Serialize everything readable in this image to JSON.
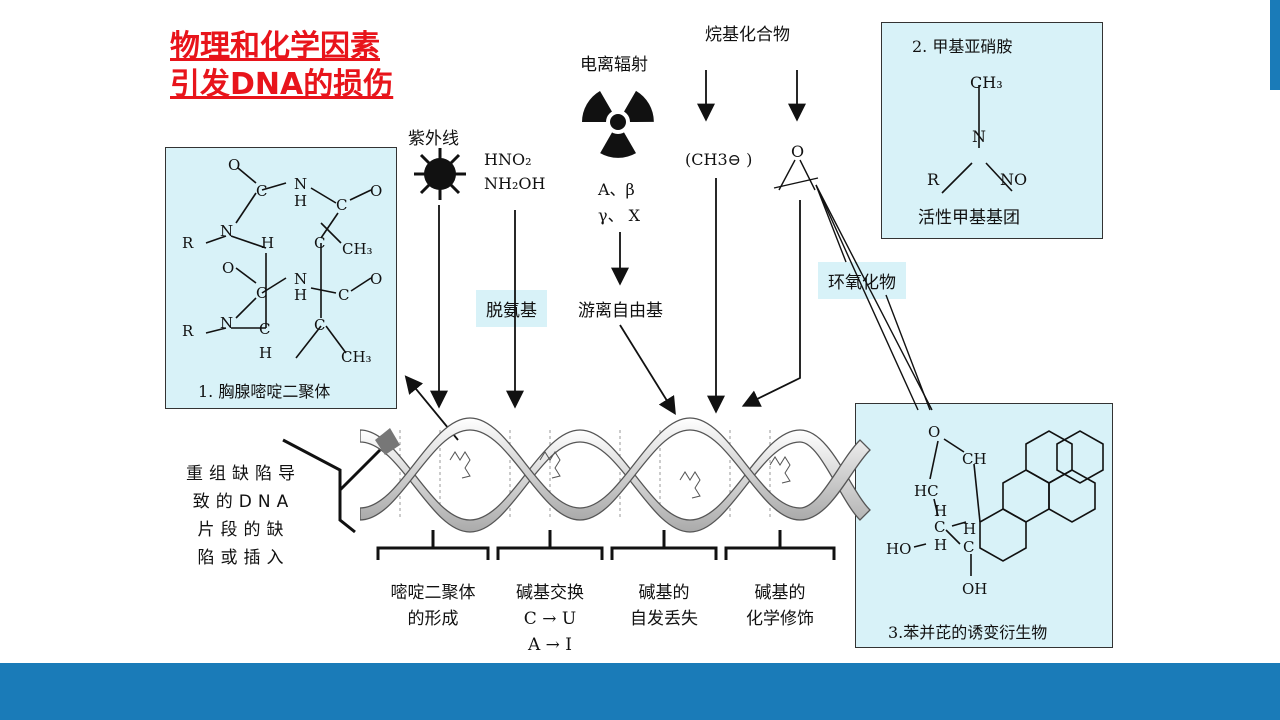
{
  "title": {
    "line1": "物理和化学因素",
    "line2": "引发DNA的损伤"
  },
  "agents": {
    "uv": "紫外线",
    "nitrous_acid": [
      "HNO₂",
      "NH₂OH"
    ],
    "ionizing_radiation": "电离辐射",
    "radiation_types": [
      "A、β",
      "γ、 X"
    ],
    "alkylating": "烷基化合物",
    "methyl_ion": "(CH3⊖  )",
    "epoxide_o": "O"
  },
  "tags": {
    "deamination": "脱氨基",
    "free_radical": "游离自由基",
    "epoxide": "环氧化物"
  },
  "panel1": {
    "caption": "1. 胸腺嘧啶二聚体",
    "atoms": [
      "O",
      "C",
      "N",
      "H",
      "C",
      "O",
      "R",
      "N",
      "H",
      "C",
      "CH₃",
      "O",
      "C",
      "N",
      "H",
      "C",
      "O",
      "R",
      "N",
      "C",
      "C",
      "H",
      "CH₃"
    ]
  },
  "panel2": {
    "caption": "2. 甲基亚硝胺",
    "ch3": "CH₃",
    "n": "N",
    "r": "R",
    "no": "NO",
    "subcaption": "活性甲基基团"
  },
  "panel3": {
    "caption": "3.苯并芘的诱变衍生物",
    "atoms": [
      "O",
      "CH",
      "HC",
      "H",
      "C",
      "HO",
      "H",
      "C",
      "H",
      "OH"
    ]
  },
  "side_note": [
    "重组缺陷导",
    "致的DNA",
    "片段的缺",
    "陷或插入"
  ],
  "bottom_captions": [
    [
      "嘧啶二聚体",
      "的形成"
    ],
    [
      "碱基交换",
      "C → U",
      "A → I"
    ],
    [
      "碱基的",
      "自发丢失"
    ],
    [
      "碱基的",
      "化学修饰"
    ]
  ],
  "colors": {
    "title": "#e8141b",
    "panel": "#d8f2f8",
    "footer": "#1a7bb8"
  }
}
